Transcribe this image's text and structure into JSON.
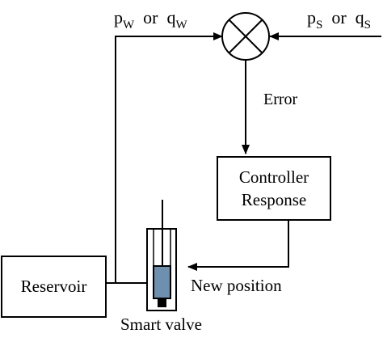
{
  "diagram": {
    "left_signal": {
      "var1": "p",
      "sub1": "W",
      "connector": "or",
      "var2": "q",
      "sub2": "W"
    },
    "right_signal": {
      "var1": "p",
      "sub1": "S",
      "connector": "or",
      "var2": "q",
      "sub2": "S"
    },
    "error_label": "Error",
    "controller": {
      "line1": "Controller",
      "line2": "Response"
    },
    "reservoir_label": "Reservoir",
    "new_position_label": "New position",
    "smart_valve_label": "Smart valve",
    "colors": {
      "line": "#000000",
      "valve_piston": "#6e8fae"
    }
  }
}
